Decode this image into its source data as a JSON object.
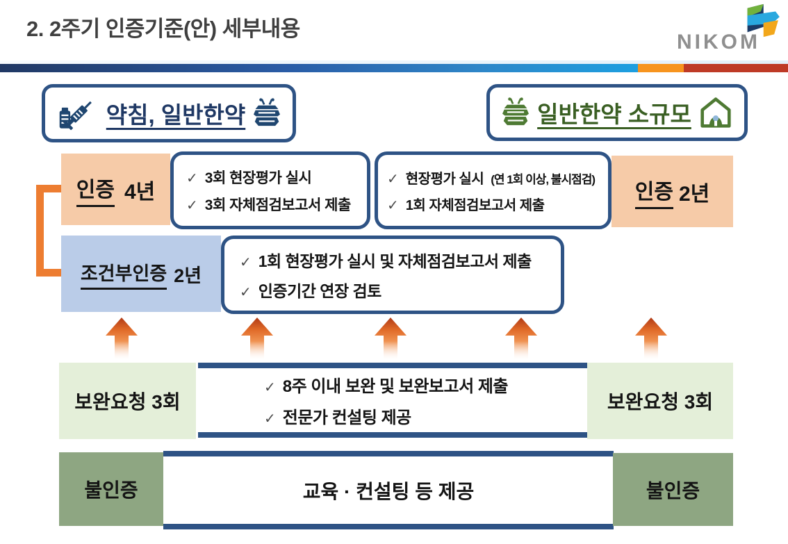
{
  "title": "2. 2주기 인증기준(안) 세부내용",
  "logo": {
    "name": "NIKOM"
  },
  "glyphs": {
    "check": "✓"
  },
  "colors": {
    "navy_border": "#2E5385",
    "title_gray": "#3F3F3F",
    "peach_badge": "#F6CBA8",
    "blue_badge": "#BACCE8",
    "light_green_badge": "#E4EFD9",
    "sage_green_badge": "#8EA682",
    "orange_accent": "#ED7D31",
    "header_bar_orange": "#F7941E",
    "header_bar_red": "#BE3A26"
  },
  "headers": {
    "left": {
      "label": "약침, 일반한약"
    },
    "right": {
      "label": "일반한약 소규모"
    }
  },
  "certification_row": {
    "left_badge": {
      "term": "인증",
      "duration": "4년"
    },
    "left_bullets": [
      "3회 현장평가 실시",
      "3회 자체점검보고서 제출"
    ],
    "right_bullets": [
      {
        "text": "현장평가 실시",
        "note": "(연 1회 이상, 불시점검)"
      },
      {
        "text": "1회 자체점검보고서 제출",
        "note": ""
      }
    ],
    "right_badge": {
      "term": "인증",
      "duration": "2년"
    }
  },
  "conditional_row": {
    "badge": {
      "term": "조건부인증",
      "duration": "2년"
    },
    "bullets": [
      "1회 현장평가 실시 및 자체점검보고서 제출",
      "인증기간 연장 검토"
    ]
  },
  "supplement_row": {
    "left_badge": "보완요청 3회",
    "bullets": [
      "8주 이내 보완 및 보완보고서 제출",
      "전문가 컨설팅 제공"
    ],
    "right_badge": "보완요청 3회"
  },
  "rejection_row": {
    "left_badge": "불인증",
    "center_label": "교육 · 컨설팅 등 제공",
    "right_badge": "불인증"
  }
}
